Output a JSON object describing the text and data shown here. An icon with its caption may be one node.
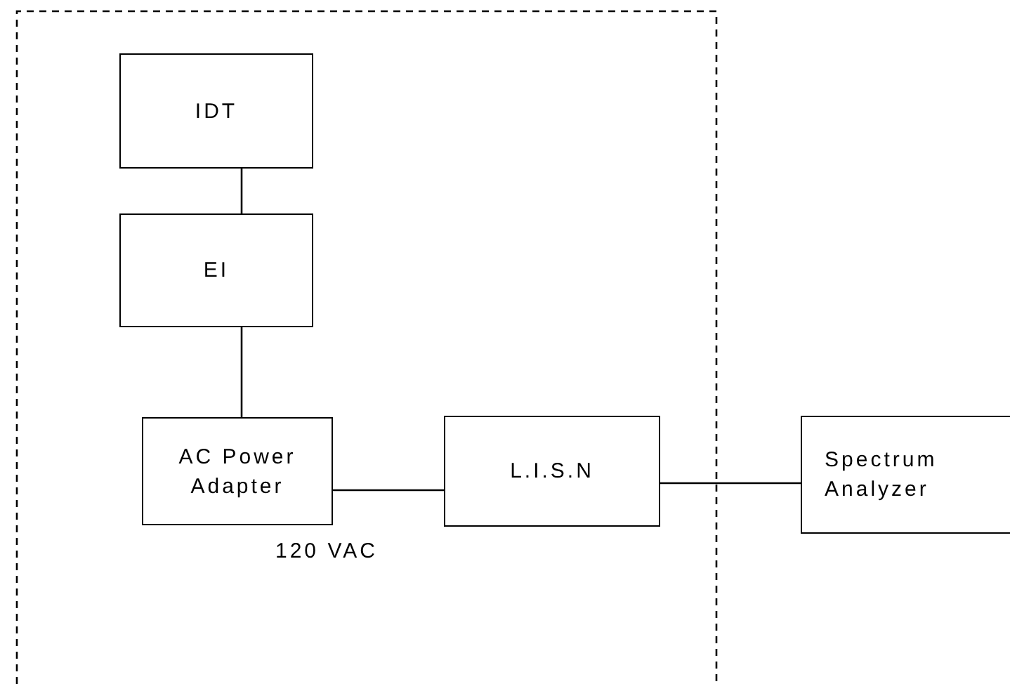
{
  "diagram": {
    "nodes": [
      {
        "text": [
          "IDT"
        ]
      },
      {
        "text": [
          "EI"
        ]
      },
      {
        "text": [
          "AC Power Adapter"
        ]
      },
      {
        "text": [
          "L.I.S.N"
        ]
      },
      {
        "text": [
          "Spectrum Analyzer"
        ]
      }
    ],
    "edges": [
      {
        "from": 0,
        "to": 1,
        "arrow": "none"
      },
      {
        "from": 1,
        "to": 2,
        "arrow": "none"
      },
      {
        "from": 2,
        "to": 3,
        "arrow": "none"
      },
      {
        "from": 3,
        "to": 4,
        "arrow": "none"
      }
    ],
    "labels": [
      "120 VAC"
    ]
  }
}
